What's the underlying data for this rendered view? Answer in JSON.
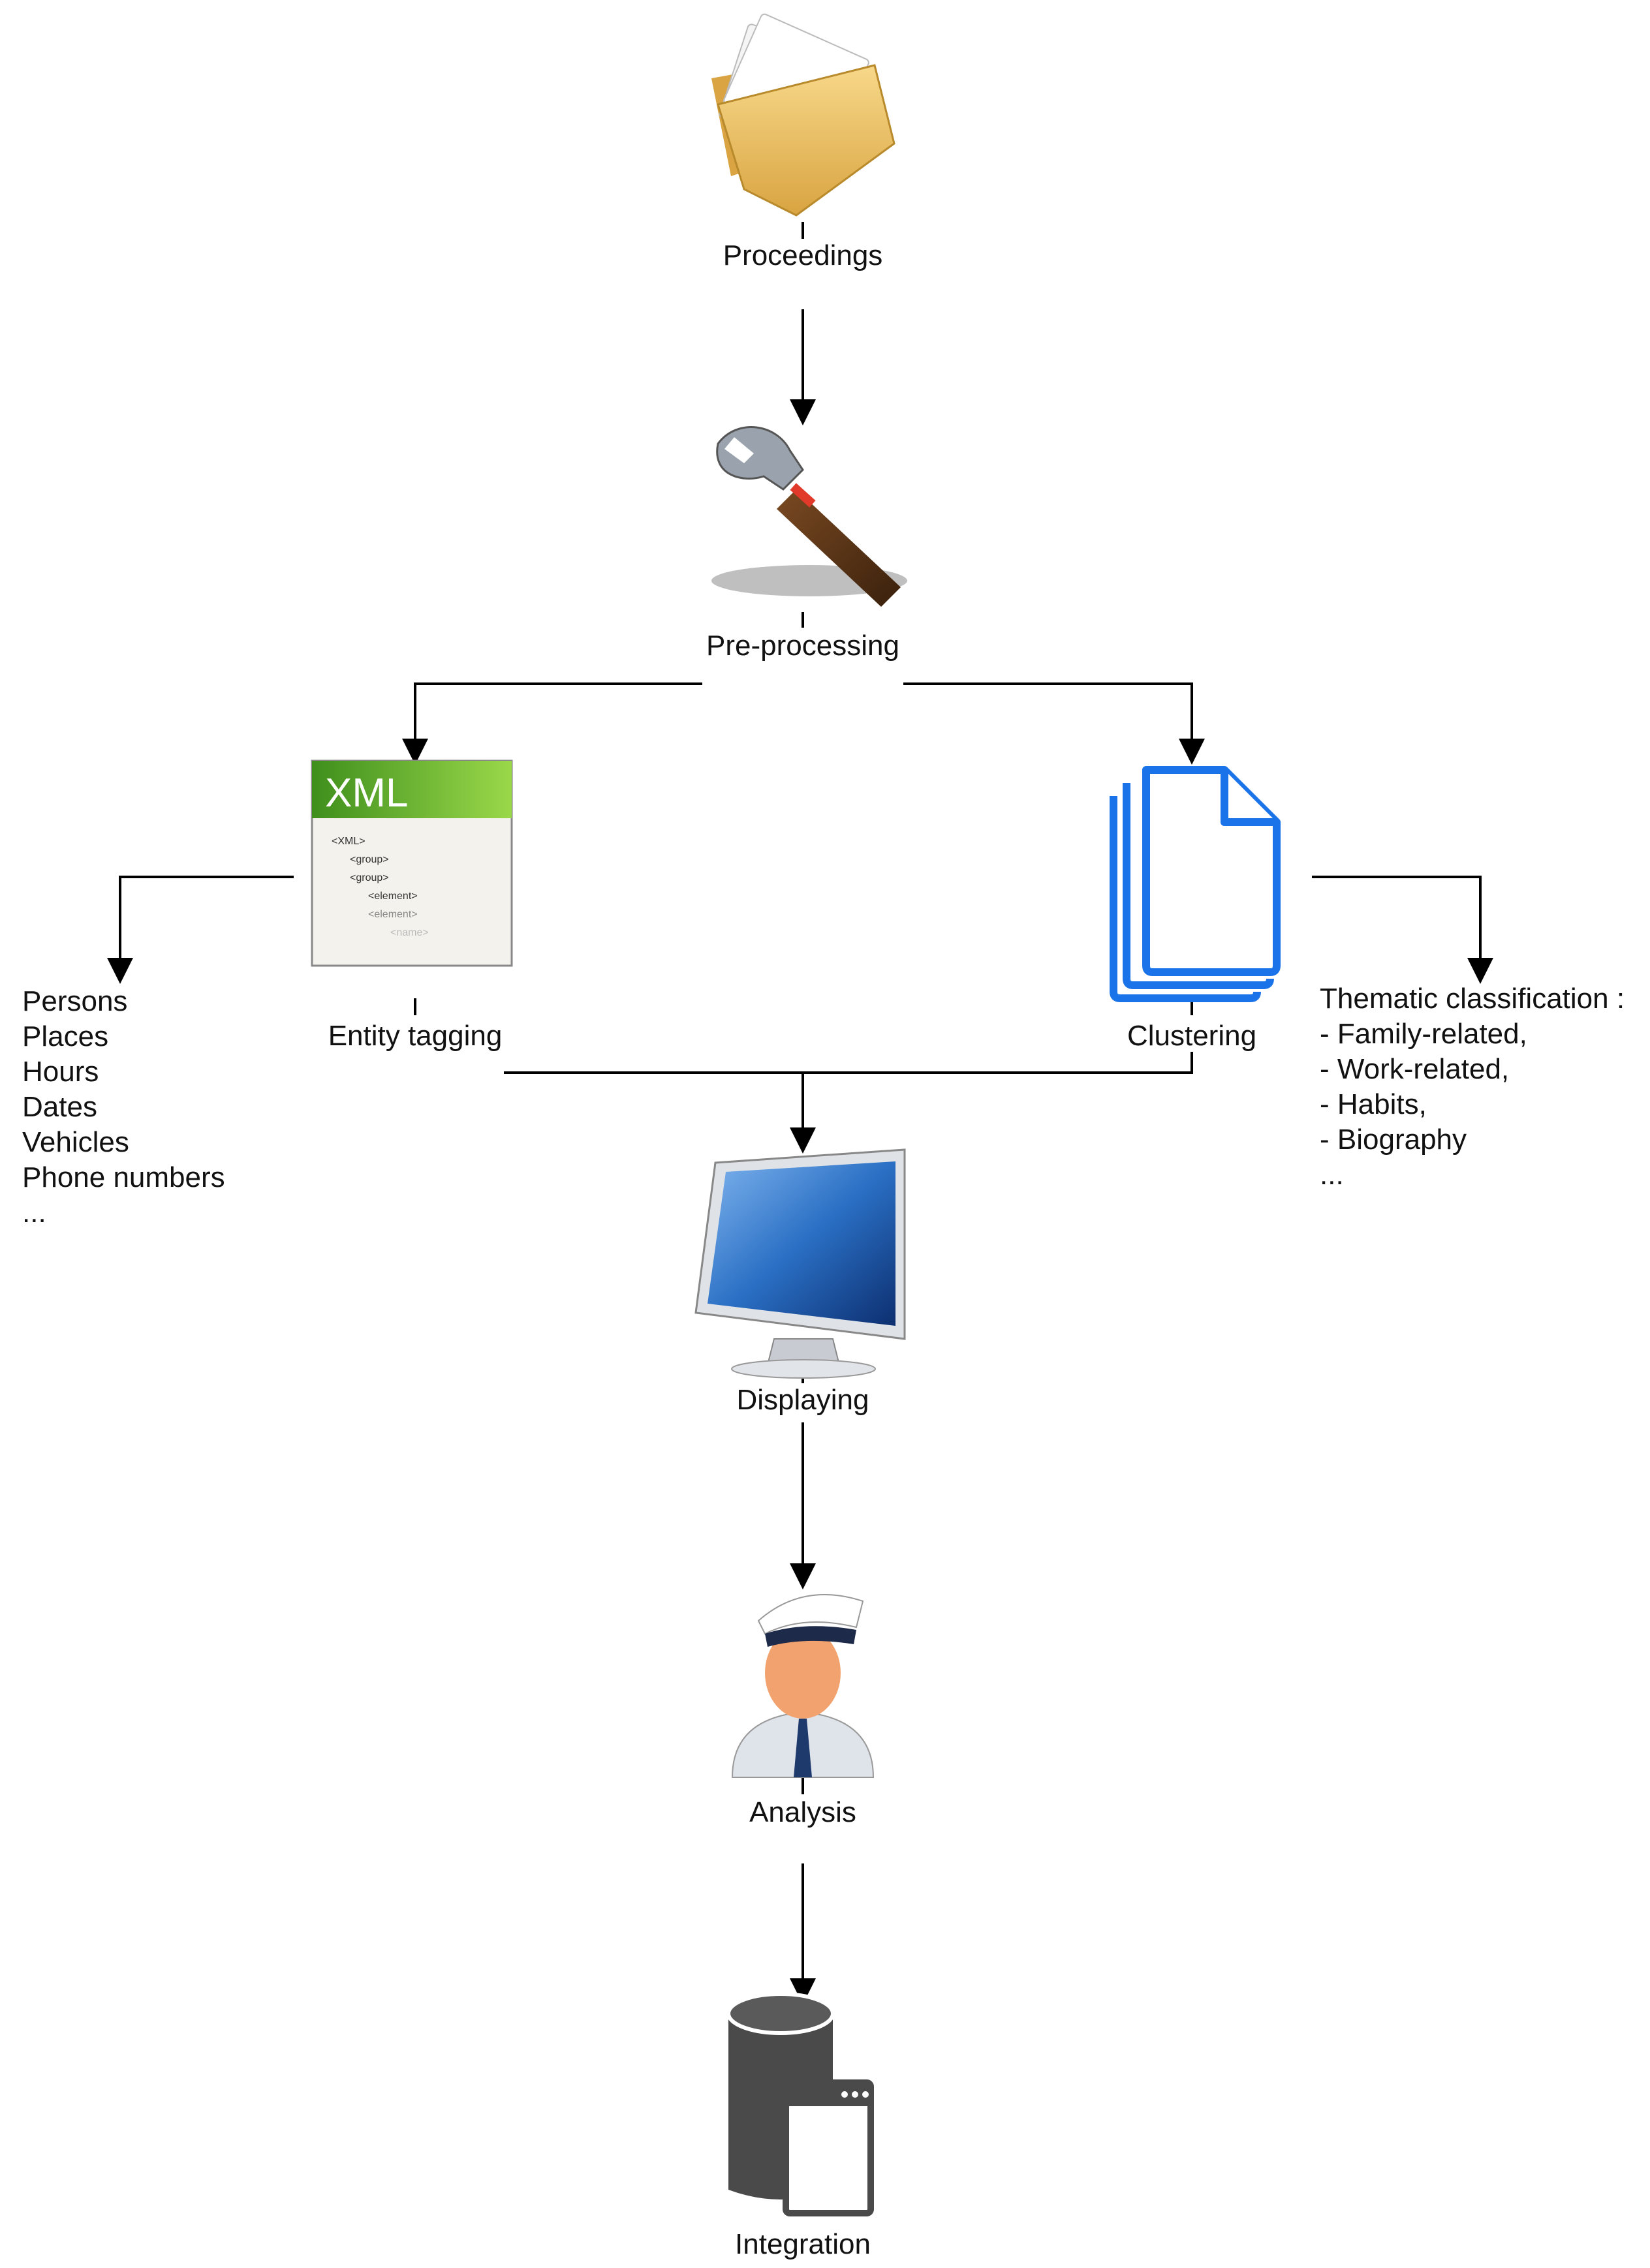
{
  "nodes": {
    "proceedings": {
      "label": "Proceedings",
      "icon": "folder-icon"
    },
    "preprocessing": {
      "label": "Pre-processing",
      "icon": "wrench-icon"
    },
    "entity_tagging": {
      "label": "Entity tagging",
      "icon": "xml-file-icon"
    },
    "clustering": {
      "label": "Clustering",
      "icon": "documents-icon"
    },
    "displaying": {
      "label": "Displaying",
      "icon": "monitor-icon"
    },
    "analysis": {
      "label": "Analysis",
      "icon": "officer-icon"
    },
    "integration": {
      "label": "Integration",
      "icon": "database-icon"
    }
  },
  "xml_icon": {
    "title": "XML",
    "lines": [
      "<XML>",
      "<group>",
      "<group>",
      "<element>",
      "<element>",
      "<name>"
    ]
  },
  "entities": {
    "items": [
      "Persons",
      "Places",
      "Hours",
      "Dates",
      "Vehicles",
      "Phone numbers",
      "..."
    ]
  },
  "themes": {
    "title": "Thematic classification :",
    "items": [
      "- Family-related,",
      "- Work-related,",
      "- Habits,",
      "- Biography",
      "..."
    ]
  },
  "colors": {
    "line": "#000000",
    "documents_blue": "#1a73e8",
    "xml_green": "#6cbf2a",
    "folder_yellow": "#f0c060"
  }
}
